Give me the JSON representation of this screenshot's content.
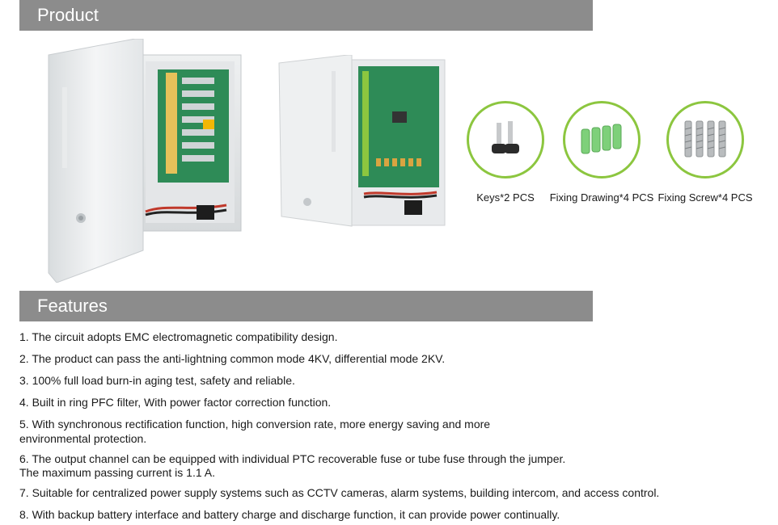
{
  "sections": {
    "product_title": "Product",
    "features_title": "Features"
  },
  "accessories": [
    {
      "label": "Keys*2 PCS",
      "icon": "keys-icon"
    },
    {
      "label": "Fixing Drawing*4 PCS",
      "icon": "wall-anchor-icon"
    },
    {
      "label": "Fixing Screw*4 PCS",
      "icon": "screw-icon"
    }
  ],
  "colors": {
    "header_bg": "#8c8c8c",
    "accent_ring": "#8cc63f",
    "anchor_green": "#7ed07a",
    "pcb_green": "#2e8b57"
  },
  "features": [
    "1. The circuit adopts EMC electromagnetic compatibility design.",
    "2. The product can pass the anti-lightning common mode 4KV, differential mode 2KV.",
    "3. 100% full load burn-in aging test, safety and reliable.",
    "4. Built in ring PFC filter, With power factor correction function.",
    "5. With synchronous rectification function, high conversion rate, more energy saving and more",
    "environmental protection.",
    "6. The output channel can be equipped with individual PTC recoverable fuse or tube fuse through the jumper.",
    "The maximum passing current is 1.1 A.",
    "7. Suitable for centralized power supply systems such as CCTV cameras, alarm systems, building intercom, and access control.",
    "8. With backup battery interface and battery charge and discharge function, it can provide power continually."
  ]
}
